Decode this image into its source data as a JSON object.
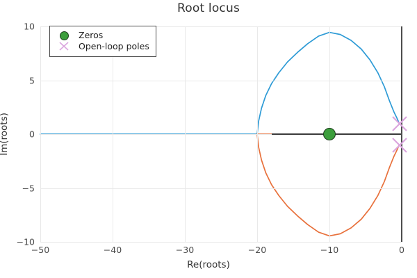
{
  "chart_data": {
    "type": "line",
    "title": "Root locus",
    "xlabel": "Re(roots)",
    "ylabel": "Im(roots)",
    "xlim": [
      -50,
      0
    ],
    "ylim": [
      -10,
      10
    ],
    "xticks": [
      -50,
      -40,
      -30,
      -20,
      -10,
      0
    ],
    "xticklabels": [
      "−50",
      "−40",
      "−30",
      "−20",
      "−10",
      "0"
    ],
    "yticks": [
      -10,
      -5,
      0,
      5,
      10
    ],
    "yticklabels": [
      "−10",
      "−5",
      "0",
      "5",
      "10"
    ],
    "grid": true,
    "legend_position": "upper left",
    "series": [
      {
        "name": "locus-branch-1",
        "color": "#2e9bd6",
        "description": "real-axis segment from -50 to -20 then upper elliptical arc to pole near origin",
        "points": [
          [
            -50.0,
            0.0
          ],
          [
            -40.0,
            0.0
          ],
          [
            -30.0,
            0.0
          ],
          [
            -22.0,
            0.0
          ],
          [
            -20.0,
            0.0
          ],
          [
            -19.8,
            1.2
          ],
          [
            -19.4,
            2.4
          ],
          [
            -18.8,
            3.6
          ],
          [
            -18.0,
            4.7
          ],
          [
            -17.0,
            5.7
          ],
          [
            -15.8,
            6.7
          ],
          [
            -14.4,
            7.6
          ],
          [
            -13.0,
            8.4
          ],
          [
            -11.5,
            9.1
          ],
          [
            -10.0,
            9.45
          ],
          [
            -8.5,
            9.25
          ],
          [
            -7.0,
            8.7
          ],
          [
            -5.6,
            7.9
          ],
          [
            -4.4,
            6.9
          ],
          [
            -3.3,
            5.7
          ],
          [
            -2.4,
            4.4
          ],
          [
            -1.7,
            3.1
          ],
          [
            -1.1,
            2.1
          ],
          [
            -0.6,
            1.4
          ],
          [
            -0.35,
            1.0
          ]
        ]
      },
      {
        "name": "locus-branch-2",
        "color": "#e8713c",
        "description": "real-axis segment from -20 to 0 then lower elliptical arc to pole near origin",
        "points": [
          [
            -20.0,
            0.0
          ],
          [
            -15.0,
            0.0
          ],
          [
            -10.0,
            0.0
          ],
          [
            -5.0,
            0.0
          ],
          [
            -0.35,
            0.0
          ],
          [
            -20.0,
            -0.0
          ],
          [
            -19.8,
            -1.2
          ],
          [
            -19.4,
            -2.4
          ],
          [
            -18.8,
            -3.6
          ],
          [
            -18.0,
            -4.7
          ],
          [
            -17.0,
            -5.7
          ],
          [
            -15.8,
            -6.7
          ],
          [
            -14.4,
            -7.6
          ],
          [
            -13.0,
            -8.4
          ],
          [
            -11.5,
            -9.1
          ],
          [
            -10.0,
            -9.45
          ],
          [
            -8.5,
            -9.25
          ],
          [
            -7.0,
            -8.7
          ],
          [
            -5.6,
            -7.9
          ],
          [
            -4.4,
            -6.9
          ],
          [
            -3.3,
            -5.7
          ],
          [
            -2.4,
            -4.4
          ],
          [
            -1.7,
            -3.1
          ],
          [
            -1.1,
            -2.1
          ],
          [
            -0.6,
            -1.4
          ],
          [
            -0.35,
            -1.0
          ]
        ]
      }
    ],
    "markers": [
      {
        "name": "Zeros",
        "symbol": "circle",
        "color": "#3c9e3c",
        "edgecolor": "#1d3d1d",
        "points": [
          [
            -10.0,
            0.0
          ]
        ]
      },
      {
        "name": "Open-loop poles",
        "symbol": "x",
        "color": "#dba6df",
        "points": [
          [
            -0.3,
            1.0
          ],
          [
            -0.3,
            -1.0
          ]
        ]
      }
    ],
    "annotations": [
      {
        "name": "real-axis-spine",
        "from": [
          -18.0,
          0.0
        ],
        "to": [
          0.0,
          0.0
        ],
        "color": "#3a3a3a"
      },
      {
        "name": "imag-axis-spine",
        "at_x": 0.0,
        "color": "#4d4d4d"
      }
    ]
  },
  "legend": {
    "entries": [
      {
        "label": "Zeros",
        "icon": "circle-marker-icon"
      },
      {
        "label": "Open-loop poles",
        "icon": "x-marker-icon"
      }
    ]
  },
  "colors": {
    "branch_1": "#2e9bd6",
    "branch_2": "#e8713c",
    "zero": "#3c9e3c",
    "pole": "#dba6df",
    "grid": "#e9e9e9",
    "axis": "#4d4d4d",
    "text": "#333333"
  }
}
